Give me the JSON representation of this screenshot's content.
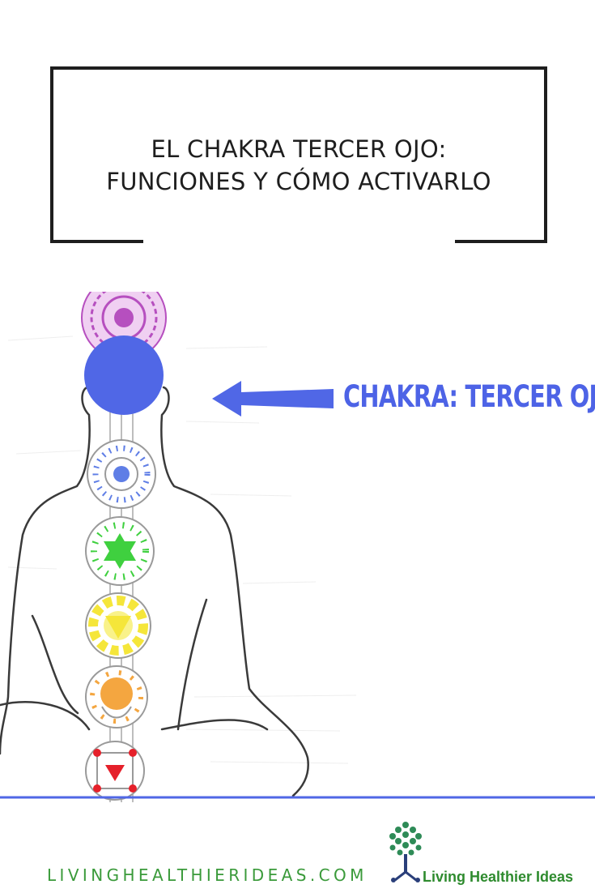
{
  "title": {
    "line1": "EL CHAKRA TERCER OJO:",
    "line2": "FUNCIONES Y CÓMO ACTIVARLO"
  },
  "callout": {
    "label": "CHAKRA: TERCER OJO",
    "color": "#4d63e6"
  },
  "chakra_colors": {
    "crown": "#b64fbf",
    "third_eye": "#5067e6",
    "throat": "#5f7ee6",
    "heart": "#3fd03f",
    "solar_plexus": "#f5e63a",
    "sacral": "#f4a640",
    "root": "#e5202a"
  },
  "footer": {
    "site": "LIVINGHEALTHIERIDEAS.COM",
    "brand": "Living Healthier Ideas",
    "accent": "#3a9a3a"
  }
}
